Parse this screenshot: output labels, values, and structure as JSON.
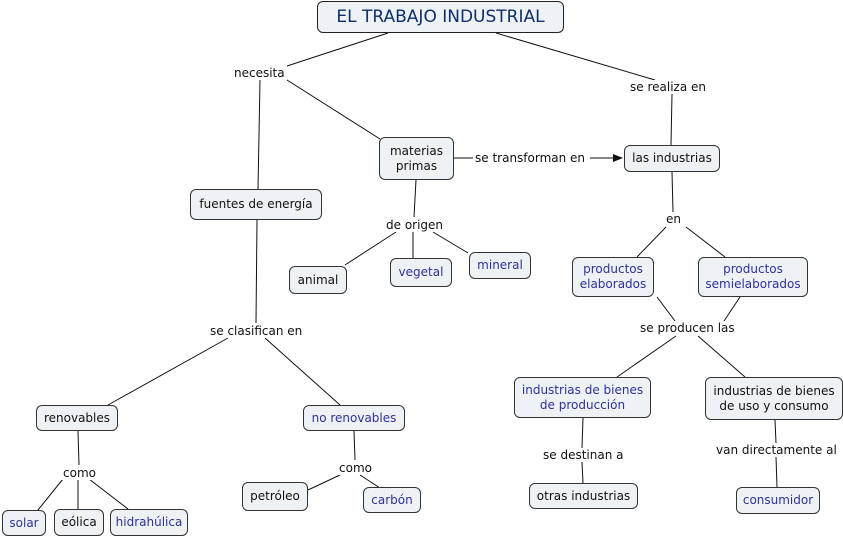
{
  "title": "EL TRABAJO INDUSTRIAL",
  "nodes": {
    "materias_primas": "materias primas",
    "las_industrias": "las industrias",
    "fuentes_energia": "fuentes de energía",
    "animal": "animal",
    "vegetal": "vegetal",
    "mineral": "mineral",
    "productos_elaborados": "productos elaborados",
    "productos_semielaborados": "productos semielaborados",
    "renovables": "renovables",
    "no_renovables": "no renovables",
    "bienes_produccion": "industrias de bienes de producción",
    "bienes_uso": "industrias de bienes de uso y consumo",
    "solar": "solar",
    "eolica": "eólica",
    "hidrahulica": "hidrahúlica",
    "petroleo": "petróleo",
    "carbon": "carbón",
    "otras_industrias": "otras industrias",
    "consumidor": "consumidor"
  },
  "links": {
    "necesita": "necesita",
    "se_realiza_en": "se realiza en",
    "se_transforman_en": "se transforman en",
    "de_origen": "de origen",
    "en": "en",
    "se_clasifican_en": "se clasifican en",
    "se_producen_las": "se producen las",
    "como_1": "como",
    "como_2": "como",
    "se_destinan_a": "se destinan a",
    "van_directamente_al": "van directamente al"
  },
  "colors": {
    "node_fill": "#eef2f4",
    "title_text": "#0d2f6a",
    "blue_text": "#30309a",
    "line": "#111111"
  }
}
